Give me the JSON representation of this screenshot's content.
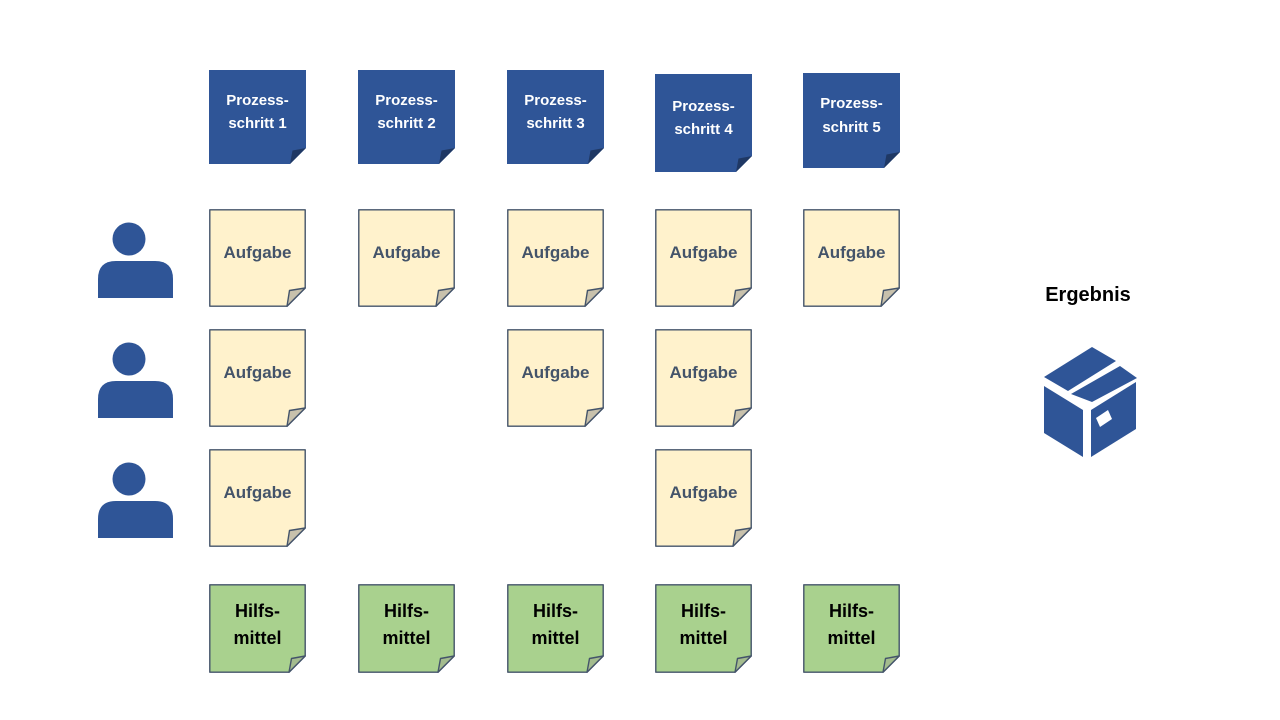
{
  "diagram": {
    "background": "#ffffff",
    "process_steps": [
      {
        "label": "Prozess-\nschritt 1"
      },
      {
        "label": "Prozess-\nschritt 2"
      },
      {
        "label": "Prozess-\nschritt 3"
      },
      {
        "label": "Prozess-\nschritt 4"
      },
      {
        "label": "Prozess-\nschritt 5"
      }
    ],
    "task_label": "Aufgabe",
    "task_rows": [
      {
        "columns": [
          1,
          2,
          3,
          4,
          5
        ]
      },
      {
        "columns": [
          1,
          3,
          4
        ]
      },
      {
        "columns": [
          1,
          4
        ]
      }
    ],
    "tool_label": "Hilfs-\nmittel",
    "tool_columns": [
      1,
      2,
      3,
      4,
      5
    ],
    "persons": {
      "count": 3,
      "icon": "person-icon"
    },
    "result": {
      "label": "Ergebnis",
      "icon": "package-box-icon"
    },
    "colors": {
      "canvas_bg": "#ffffff",
      "step_fill": "#2F5597",
      "step_fold": "#1F3864",
      "step_text": "#FFFFFF",
      "task_fill": "#FFF2CC",
      "task_fold": "#C8C1AC",
      "task_text": "#44546A",
      "note_border": "#44546A",
      "tool_fill": "#A9D18E",
      "tool_fold": "#A4BC8E",
      "tool_text": "#000000",
      "icon_blue": "#2F5597",
      "result_text": "#000000"
    }
  }
}
